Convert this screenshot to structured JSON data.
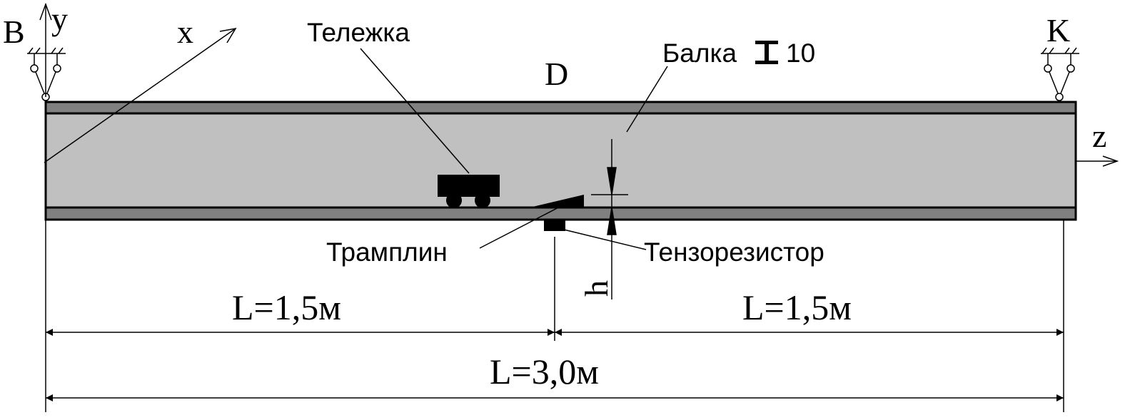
{
  "labels": {
    "support_left": "B",
    "support_right": "K",
    "axis_y": "y",
    "axis_x": "x",
    "axis_z": "z",
    "point_d": "D",
    "cart": "Тележка",
    "beam_prefix": "Балка",
    "beam_number": "10",
    "ramp": "Трамплин",
    "strain_gauge": "Тензорезистор",
    "height": "h",
    "left_span": "L=1,5м",
    "right_span": "L=1,5м",
    "total_span": "L=3,0м"
  },
  "colors": {
    "beam_web": "#c0c0c0",
    "beam_flange": "#808080",
    "ink": "#000000"
  }
}
